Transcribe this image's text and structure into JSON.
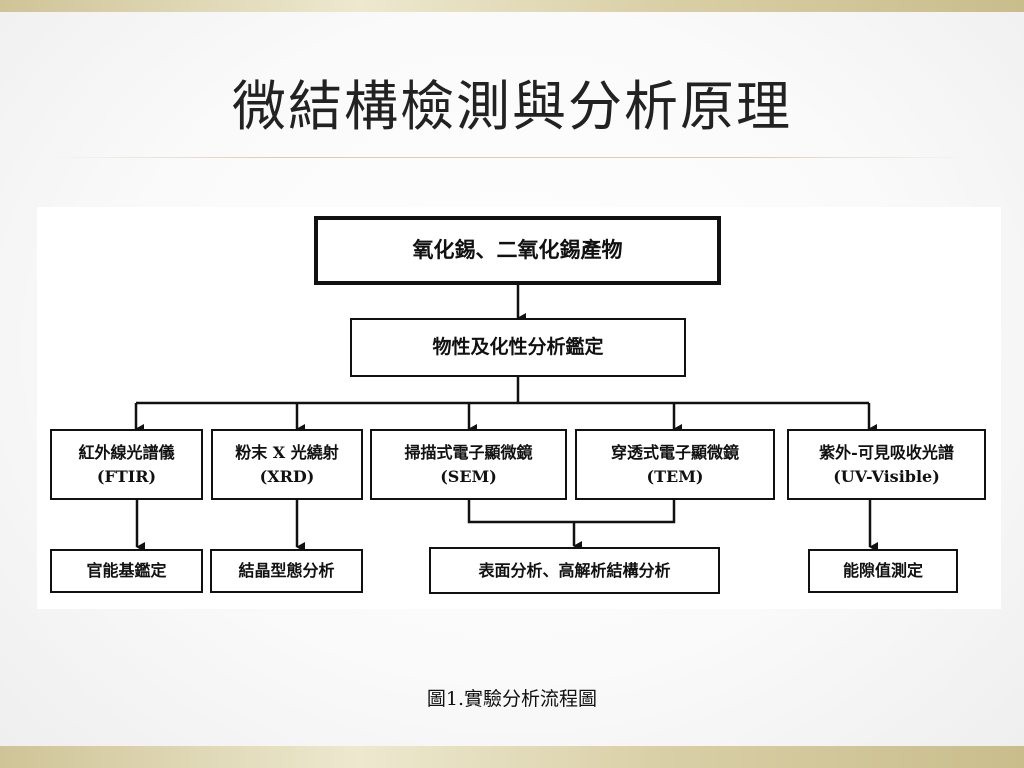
{
  "title": "微結構檢測與分析原理",
  "diagram": {
    "root": "氧化錫、二氧化錫產物",
    "mid": "物性及化性分析鑑定",
    "methods": [
      {
        "name": "紅外線光譜儀",
        "abbr": "(FTIR)"
      },
      {
        "name": "粉末 X 光繞射",
        "abbr": "(XRD)"
      },
      {
        "name": "掃描式電子顯微鏡",
        "abbr": "(SEM)"
      },
      {
        "name": "穿透式電子顯微鏡",
        "abbr": "(TEM)"
      },
      {
        "name": "紫外-可見吸收光譜",
        "abbr": "(UV-Visible)"
      }
    ],
    "results": [
      "官能基鑑定",
      "結晶型態分析",
      "表面分析、高解析結構分析",
      "能隙值測定"
    ]
  },
  "caption": "圖1.實驗分析流程圖"
}
